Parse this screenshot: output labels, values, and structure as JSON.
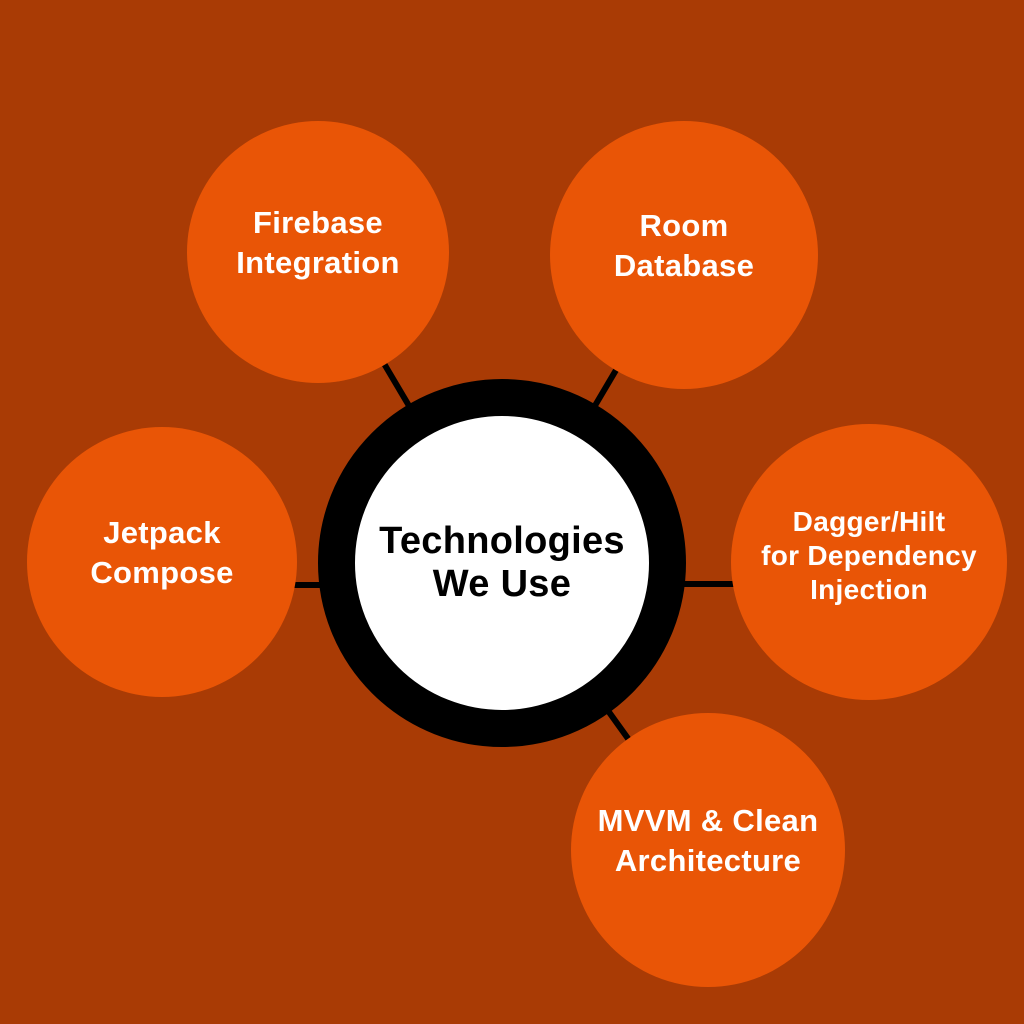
{
  "diagram": {
    "title": "Technologies We Use",
    "center": {
      "label": "Technologies\nWe Use"
    },
    "nodes": [
      {
        "id": "firebase",
        "label": "Firebase\nIntegration"
      },
      {
        "id": "room",
        "label": "Room\nDatabase"
      },
      {
        "id": "jetpack",
        "label": "Jetpack\nCompose"
      },
      {
        "id": "dagger",
        "label": "Dagger/Hilt\nfor Dependency\nInjection"
      },
      {
        "id": "mvvm",
        "label": "MVVM & Clean\nArchitecture"
      }
    ],
    "colors": {
      "background": "#A93B05",
      "node_fill": "#E95506",
      "node_text": "#FFFFFF",
      "hub_ring": "#000000",
      "hub_fill": "#FFFFFF",
      "hub_text": "#000000",
      "connector": "#000000"
    }
  }
}
